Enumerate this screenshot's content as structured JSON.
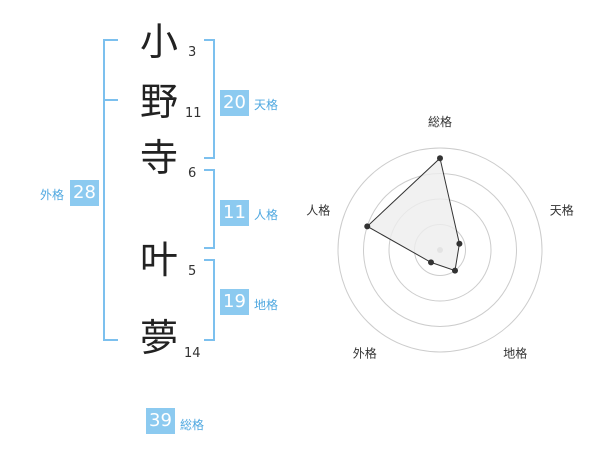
{
  "name_chars": [
    {
      "char": "小",
      "strokes": "3"
    },
    {
      "char": "野",
      "strokes": "11"
    },
    {
      "char": "寺",
      "strokes": "6"
    },
    {
      "char": "叶",
      "strokes": "5"
    },
    {
      "char": "夢",
      "strokes": "14"
    }
  ],
  "kaku": {
    "tenkaku": {
      "value": "20",
      "label": "天格"
    },
    "jinkaku": {
      "value": "11",
      "label": "人格"
    },
    "chikaku": {
      "value": "19",
      "label": "地格"
    },
    "gaikaku": {
      "value": "28",
      "label": "外格"
    },
    "soukaku": {
      "value": "39",
      "label": "総格"
    }
  },
  "chart_data": {
    "type": "radar",
    "axes": [
      "総格",
      "天格",
      "地格",
      "外格",
      "人格"
    ],
    "values": [
      0.9,
      0.2,
      0.25,
      0.15,
      0.75
    ],
    "rings": 4,
    "colors": {
      "fill": "#eeeeee",
      "stroke": "#333333",
      "grid": "#cccccc",
      "point": "#333333",
      "center": "#bbbbbb"
    }
  },
  "colors": {
    "accent": "#8ccaf0",
    "accent_text": "#4fa8e0",
    "bracket": "#7cc0ee"
  }
}
